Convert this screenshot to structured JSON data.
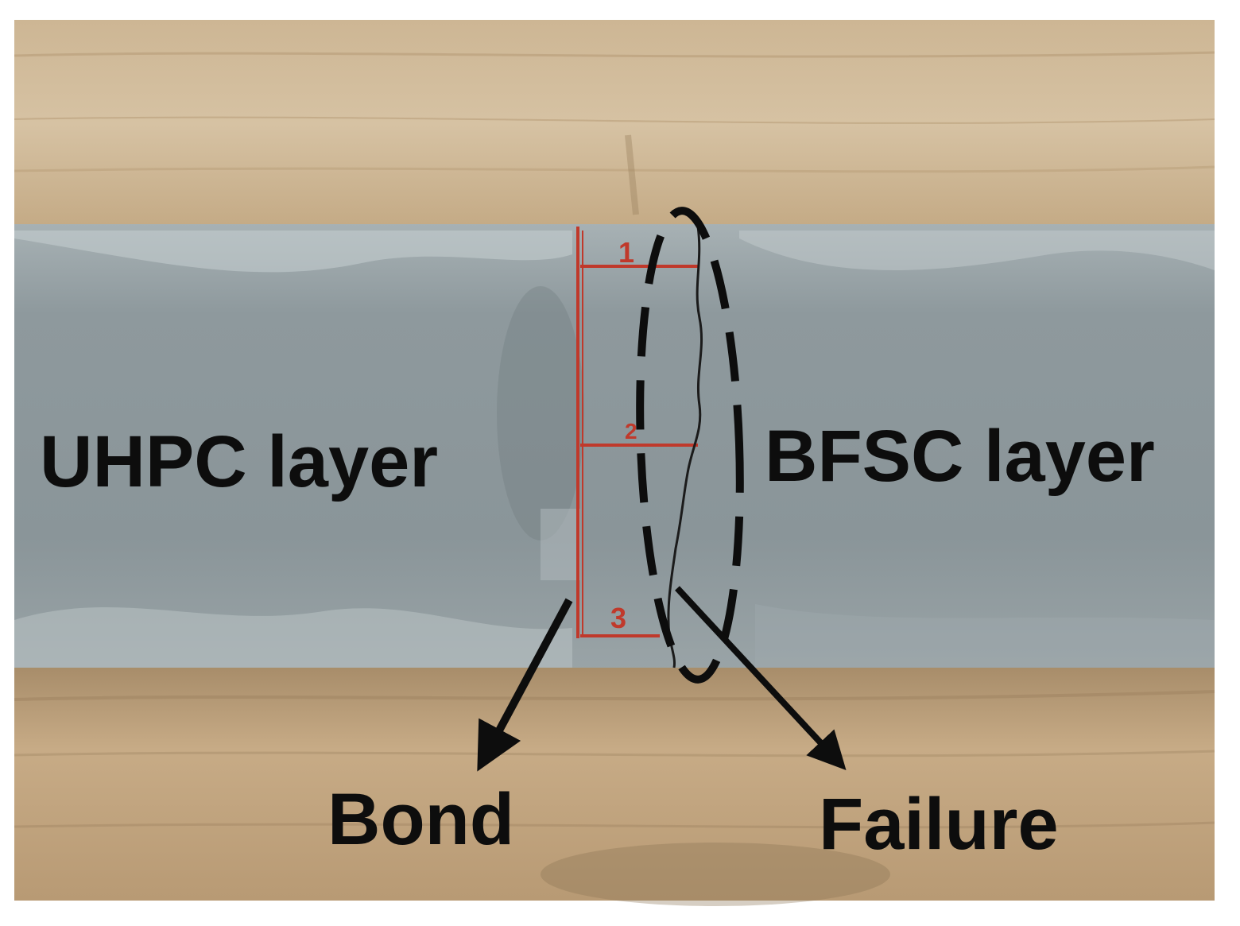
{
  "labels": {
    "left_layer": "UHPC layer",
    "right_layer": "BFSC layer",
    "bond": "Bond",
    "failure": "Failure"
  },
  "markings": [
    "1",
    "2",
    "3"
  ],
  "colors": {
    "wood": "#c9b08c",
    "concrete": "#8e999d",
    "marking": "#c0392b",
    "annotation": "#0d0d0d"
  }
}
